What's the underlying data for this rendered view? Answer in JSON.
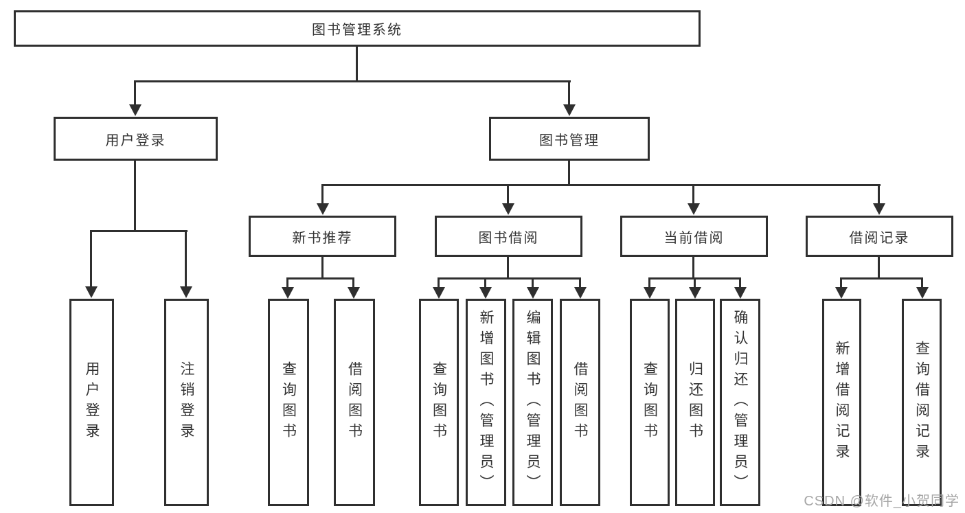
{
  "tree": {
    "label": "图书管理系统",
    "children": [
      {
        "label": "用户登录",
        "children": [
          {
            "label": "用户登录"
          },
          {
            "label": "注销登录"
          }
        ]
      },
      {
        "label": "图书管理",
        "children": [
          {
            "label": "新书推荐",
            "children": [
              {
                "label": "查询图书"
              },
              {
                "label": "借阅图书"
              }
            ]
          },
          {
            "label": "图书借阅",
            "children": [
              {
                "label": "查询图书"
              },
              {
                "label": "新增图书（管理员）"
              },
              {
                "label": "编辑图书（管理员）"
              },
              {
                "label": "借阅图书"
              }
            ]
          },
          {
            "label": "当前借阅",
            "children": [
              {
                "label": "查询图书"
              },
              {
                "label": "归还图书"
              },
              {
                "label": "确认归还（管理员）"
              }
            ]
          },
          {
            "label": "借阅记录",
            "children": [
              {
                "label": "新增借阅记录"
              },
              {
                "label": "查询借阅记录"
              }
            ]
          }
        ]
      }
    ]
  },
  "watermark": {
    "text": "CSDN @软件_小贺同学"
  },
  "colors": {
    "line": "#2f2f2f",
    "text": "#333333",
    "watermark": "#a6a6a6",
    "background": "#ffffff"
  }
}
